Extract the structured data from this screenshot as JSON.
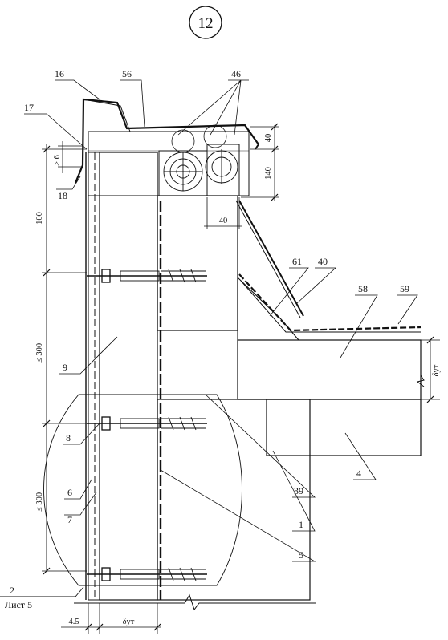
{
  "sheet": {
    "node_number": "12",
    "reference_line1": "2",
    "reference_line2": "Лист 5"
  },
  "callouts": [
    "16",
    "17",
    "18",
    "56",
    "46",
    "61",
    "40",
    "58",
    "59",
    "9",
    "8",
    "6",
    "7",
    "39",
    "1",
    "5",
    "4"
  ],
  "dimensions": {
    "cap_40": "40",
    "height_140": "140",
    "width_40": "40",
    "min_gap": "≥ 6",
    "height_100": "100",
    "spacing_300_top": "≤ 300",
    "spacing_300_bottom": "≤ 300",
    "face_offset": "4.5",
    "insulation_wall": "δут",
    "insulation_roof": "δут"
  }
}
